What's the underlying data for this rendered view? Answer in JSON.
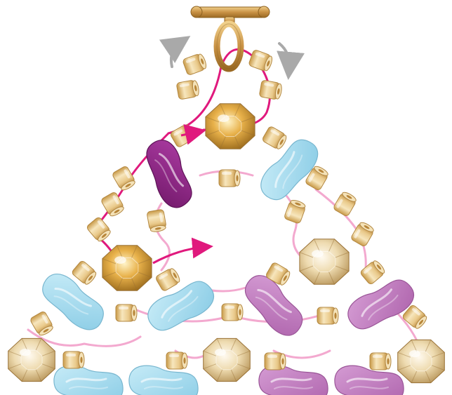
{
  "diagram": {
    "kind": "beadwork-pattern",
    "colors": {
      "background": "#ffffff",
      "thread_pink": "#e0197d",
      "thread_light": "#f3a9cf",
      "arrow_gray": "#a9a9a9",
      "seed_gold": "#f2d9a2",
      "seed_gold_dark": "#c99a48",
      "fire_polish_gold": "#e0a93c",
      "fire_polish_cream": "#eedbb0",
      "leaf_purple": "#8f2386",
      "leaf_blue": "#a7dcef",
      "leaf_lilac": "#c47dc3",
      "clasp_gold": "#c99245"
    },
    "elements": {
      "clasp": "toggle-bar-and-ring",
      "rotation_arrows": [
        "counterclockwise-arrow",
        "clockwise-arrow"
      ],
      "direction_arrows": [
        "thread-direction-arrow-top",
        "thread-direction-arrow-middle"
      ],
      "bead_types": [
        "seed-bead",
        "fire-polish-bead",
        "lentil-leaf-bead"
      ]
    }
  }
}
